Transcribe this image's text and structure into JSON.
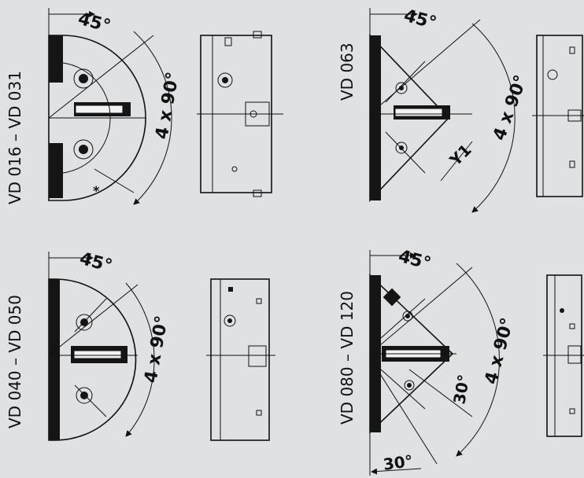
{
  "colors": {
    "background": "#dfe1e3",
    "line": "#111111",
    "fill": "#151515"
  },
  "models": [
    {
      "label": "VD 016 – VD 031",
      "angle": "45°",
      "range": "4 x 90°",
      "marker": "*"
    },
    {
      "label": "VD 063",
      "angle": "45°",
      "range": "4 x 90°",
      "dim": "Y1"
    },
    {
      "label": "VD 040 – VD 050",
      "angle": "45°",
      "range": "4 x 90°"
    },
    {
      "label": "VD 080 – VD 120",
      "angle": "45°",
      "range": "4 x 90°",
      "sub_angle": "30°",
      "bottom_angle": "30°"
    }
  ]
}
